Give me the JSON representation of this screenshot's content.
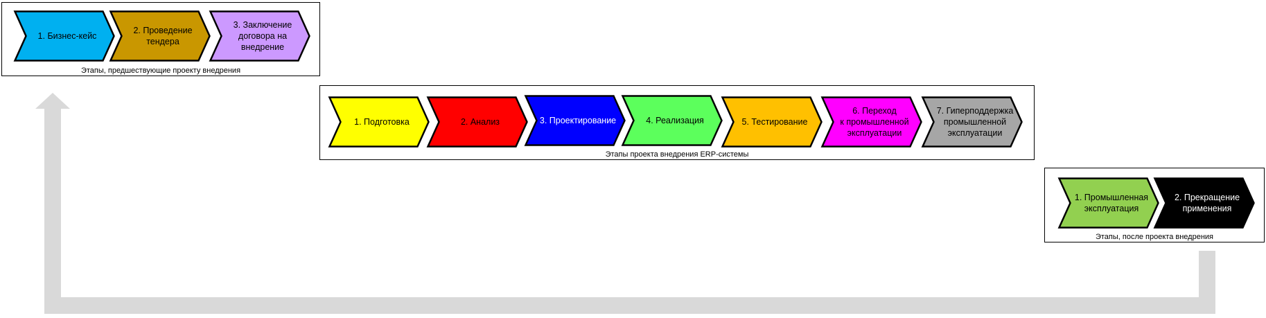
{
  "colors": {
    "arrow": "#d9d9d9",
    "border": "#000000"
  },
  "groups": {
    "pre": {
      "caption": "Этапы, предшествующие проекту внедрения",
      "stages": [
        {
          "label": "1. Бизнес-кейс",
          "color": "#00b0f0",
          "text_color": "#000000"
        },
        {
          "label": "2. Проведение\nтендера",
          "color": "#c99700",
          "text_color": "#000000"
        },
        {
          "label": "3. Заключение\nдоговора на\nвнедрение",
          "color": "#cc99ff",
          "text_color": "#000000"
        }
      ]
    },
    "project": {
      "caption": "Этапы проекта внедрения ERP-системы",
      "stages": [
        {
          "label": "1. Подготовка",
          "color": "#ffff00",
          "text_color": "#000000"
        },
        {
          "label": "2. Анализ",
          "color": "#ff0000",
          "text_color": "#000000"
        },
        {
          "label": "3. Проектирование",
          "color": "#0000ff",
          "text_color": "#ffffff"
        },
        {
          "label": "4. Реализация",
          "color": "#5cff5c",
          "text_color": "#000000"
        },
        {
          "label": "5. Тестирование",
          "color": "#ffc000",
          "text_color": "#000000"
        },
        {
          "label": "6. Переход\nк промышленной\nэксплуатации",
          "color": "#ff00ff",
          "text_color": "#000000"
        },
        {
          "label": "7. Гиперподдержка\nпромышленной\nэксплуатации",
          "color": "#a6a6a6",
          "text_color": "#000000"
        }
      ]
    },
    "post": {
      "caption": "Этапы, после проекта внедрения",
      "stages": [
        {
          "label": "1. Промышленная\nэксплуатация",
          "color": "#92d050",
          "text_color": "#000000"
        },
        {
          "label": "2. Прекращение\nприменения",
          "color": "#000000",
          "text_color": "#ffffff"
        }
      ]
    }
  }
}
